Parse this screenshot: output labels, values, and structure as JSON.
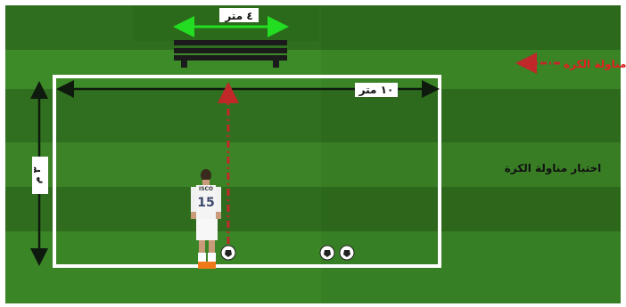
{
  "diagram": {
    "bench_distance_label": "٤ متر",
    "width_distance_label": "١٠ متر",
    "side_distance_label": "٣ م",
    "legend_dribble_label": "مناولة الكرة",
    "test_title": "اختبار مناولة الكرة",
    "player_name": "ISCO",
    "player_number": "15",
    "colors": {
      "field_dark": "#2c6a1d",
      "field_light": "#3b8427",
      "boundary": "#ffffff",
      "arrow_green": "#22dd22",
      "arrow_red": "#c0282a",
      "arrow_black": "#0d1a0d"
    }
  }
}
